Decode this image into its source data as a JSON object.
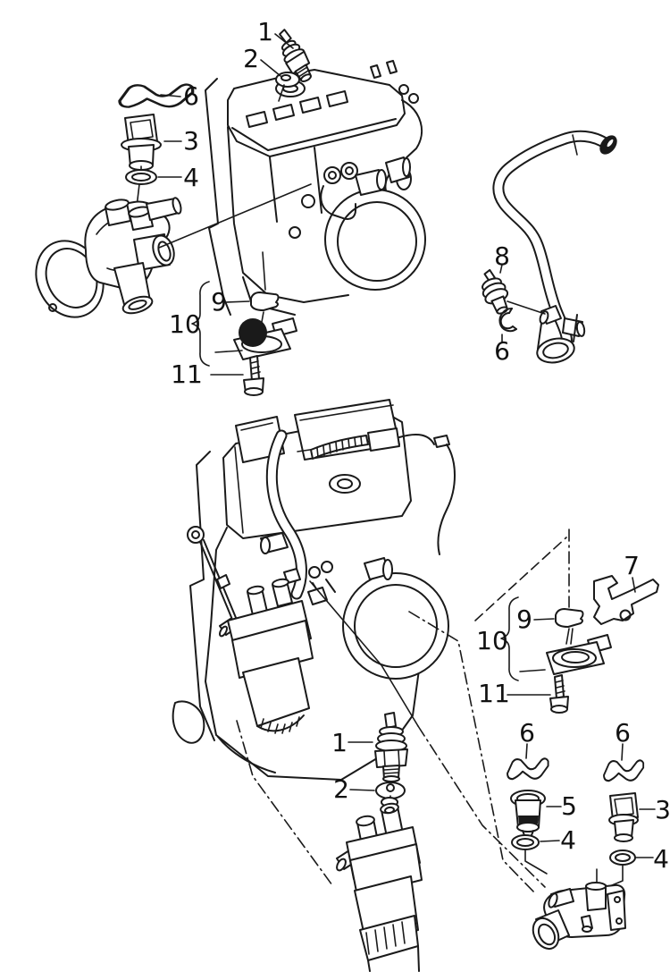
{
  "diagram": {
    "type": "exploded-parts-diagram",
    "background_color": "#ffffff",
    "line_color": "#1a1a1a",
    "highlight_dot_color": "#000000"
  },
  "callouts": {
    "top_oil_pressure_switch": "1",
    "top_seal_ring": "2",
    "left_retaining_clip": "6",
    "left_temp_sensor": "3",
    "left_o_ring": "4",
    "mid_cap": "9",
    "mid_sensor_group": "10",
    "mid_screw": "11",
    "hose_sensor": "8",
    "hose_clip": "6",
    "right_bracket": "7",
    "right_cap": "9",
    "right_sensor_group": "10",
    "right_screw": "11",
    "bottom_oil_pressure_switch": "1",
    "bottom_seal_ring": "2",
    "bottom_clip_a": "6",
    "bottom_clip_b": "6",
    "bottom_blank_plug": "5",
    "bottom_o_ring_a": "4",
    "bottom_temp_sensor": "3",
    "bottom_o_ring_b": "4"
  }
}
